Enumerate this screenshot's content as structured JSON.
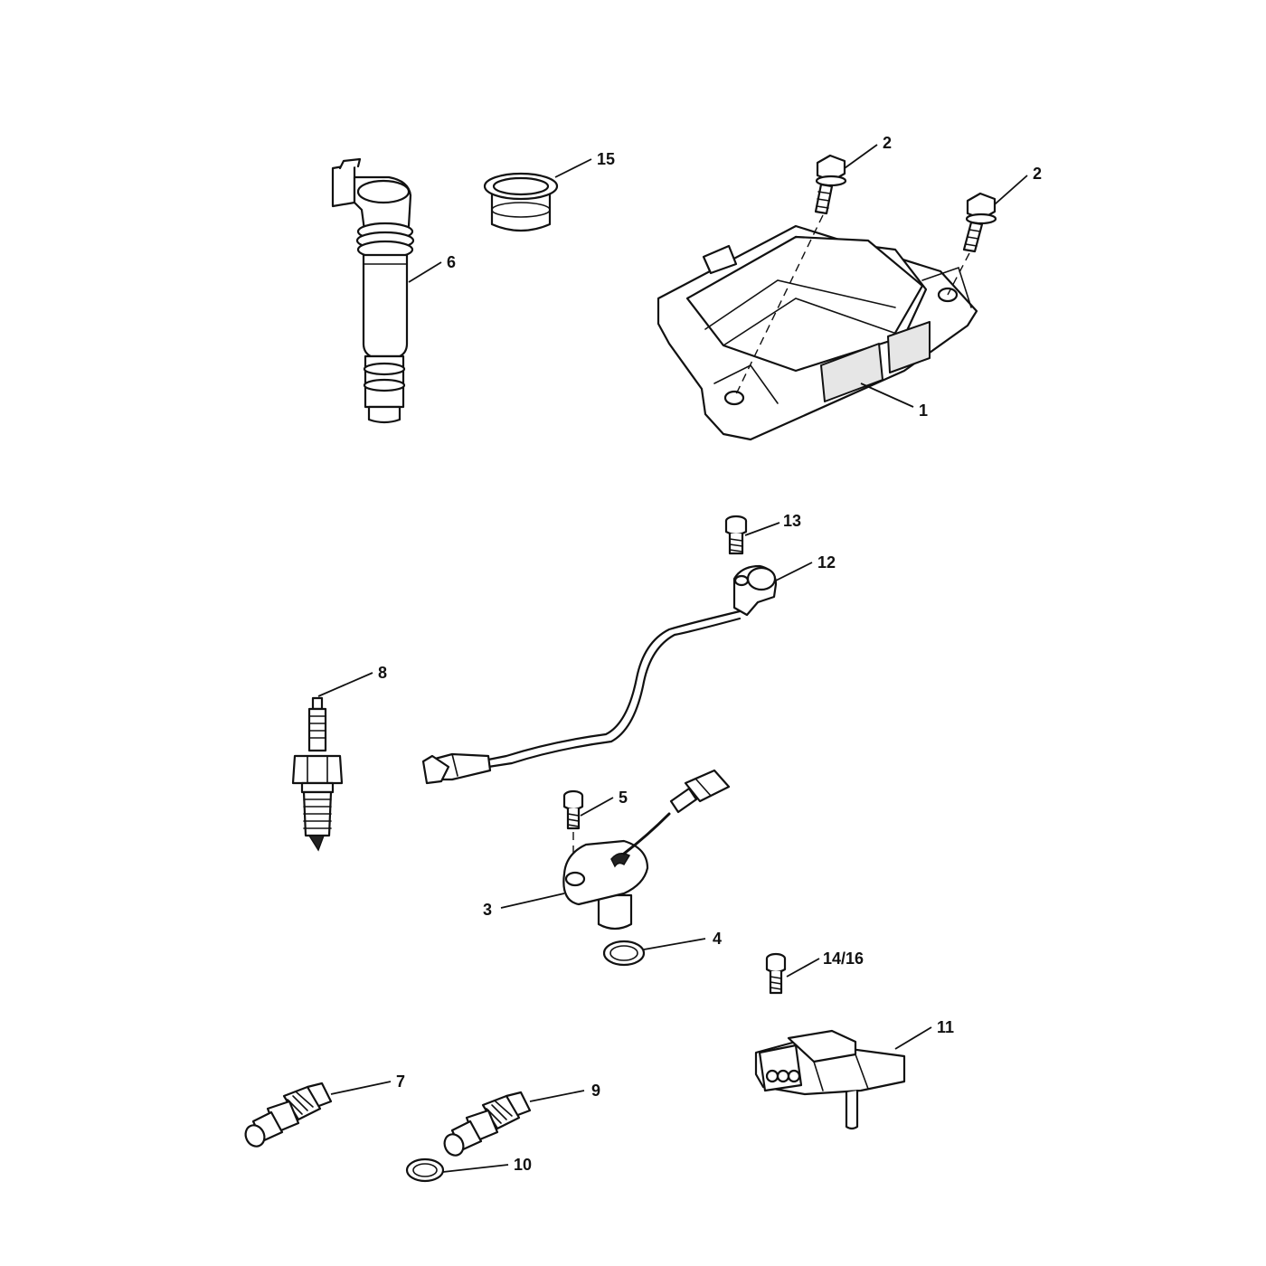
{
  "diagram": {
    "callouts": [
      {
        "id": "ecm",
        "label": "1"
      },
      {
        "id": "ecm-bolt-a",
        "label": "2"
      },
      {
        "id": "ecm-bolt-b",
        "label": "2"
      },
      {
        "id": "cam-sensor",
        "label": "3"
      },
      {
        "id": "o-ring-cam",
        "label": "4"
      },
      {
        "id": "cam-sensor-screw",
        "label": "5"
      },
      {
        "id": "ignition-coil",
        "label": "6"
      },
      {
        "id": "temp-sensor-a",
        "label": "7"
      },
      {
        "id": "spark-plug",
        "label": "8"
      },
      {
        "id": "temp-sensor-b",
        "label": "9"
      },
      {
        "id": "sealing-washer",
        "label": "10"
      },
      {
        "id": "map-sensor",
        "label": "11"
      },
      {
        "id": "crank-sensor",
        "label": "12"
      },
      {
        "id": "crank-sensor-screw",
        "label": "13"
      },
      {
        "id": "map-sensor-screw",
        "label": "14/16"
      },
      {
        "id": "coil-seal",
        "label": "15"
      }
    ]
  }
}
